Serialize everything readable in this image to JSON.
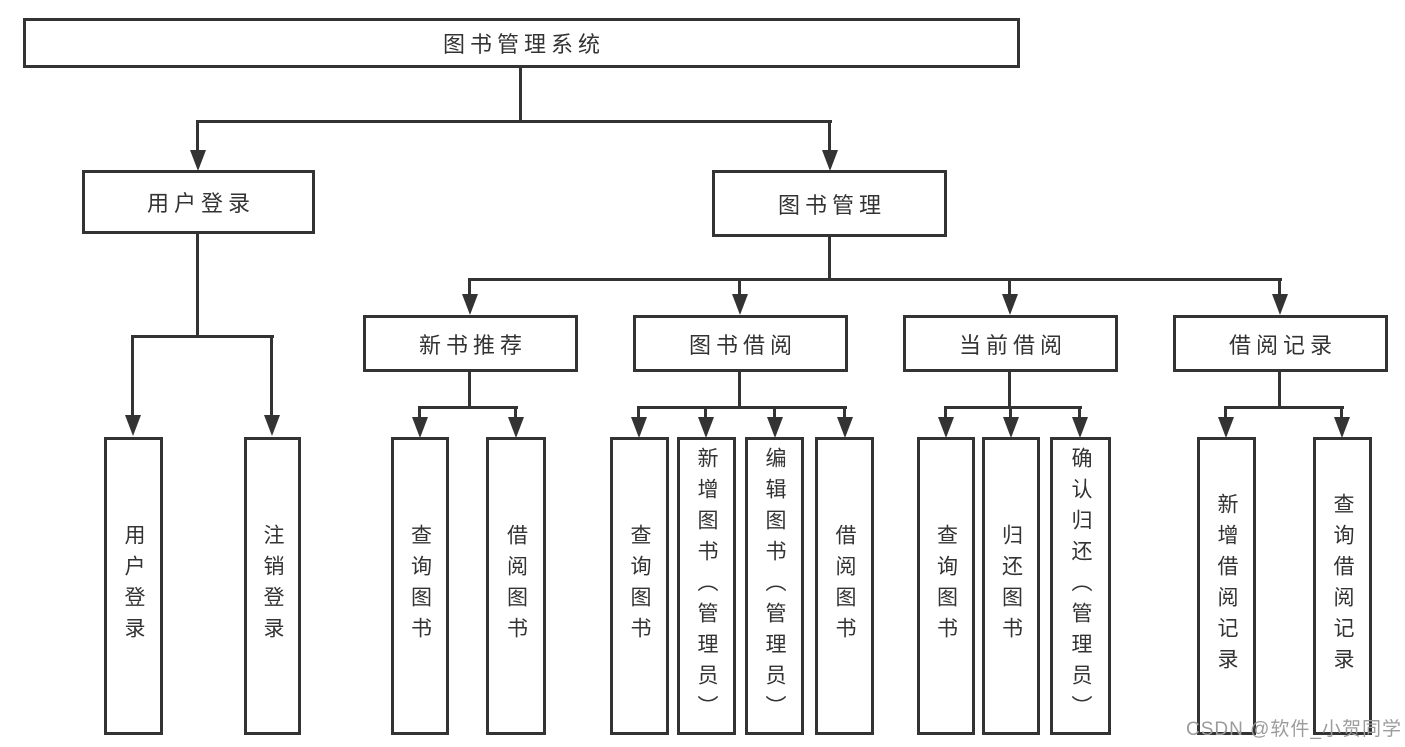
{
  "diagram": {
    "root": {
      "label": "图书管理系统"
    },
    "branches": [
      {
        "label": "用户登录",
        "children": [
          {
            "label": "用户登录"
          },
          {
            "label": "注销登录"
          }
        ]
      },
      {
        "label": "图书管理",
        "children": [
          {
            "label": "新书推荐",
            "children": [
              {
                "label": "查询图书"
              },
              {
                "label": "借阅图书"
              }
            ]
          },
          {
            "label": "图书借阅",
            "children": [
              {
                "label": "查询图书"
              },
              {
                "label": "新增图书（管理员）"
              },
              {
                "label": "编辑图书（管理员）"
              },
              {
                "label": "借阅图书"
              }
            ]
          },
          {
            "label": "当前借阅",
            "children": [
              {
                "label": "查询图书"
              },
              {
                "label": "归还图书"
              },
              {
                "label": "确认归还（管理员）"
              }
            ]
          },
          {
            "label": "借阅记录",
            "children": [
              {
                "label": "新增借阅记录"
              },
              {
                "label": "查询借阅记录"
              }
            ]
          }
        ]
      }
    ]
  },
  "watermark": {
    "text": "CSDN @软件_小贺同学"
  },
  "colors": {
    "line": "#333333",
    "text": "#333333",
    "watermark": "#9c9c9c",
    "background": "#ffffff"
  }
}
